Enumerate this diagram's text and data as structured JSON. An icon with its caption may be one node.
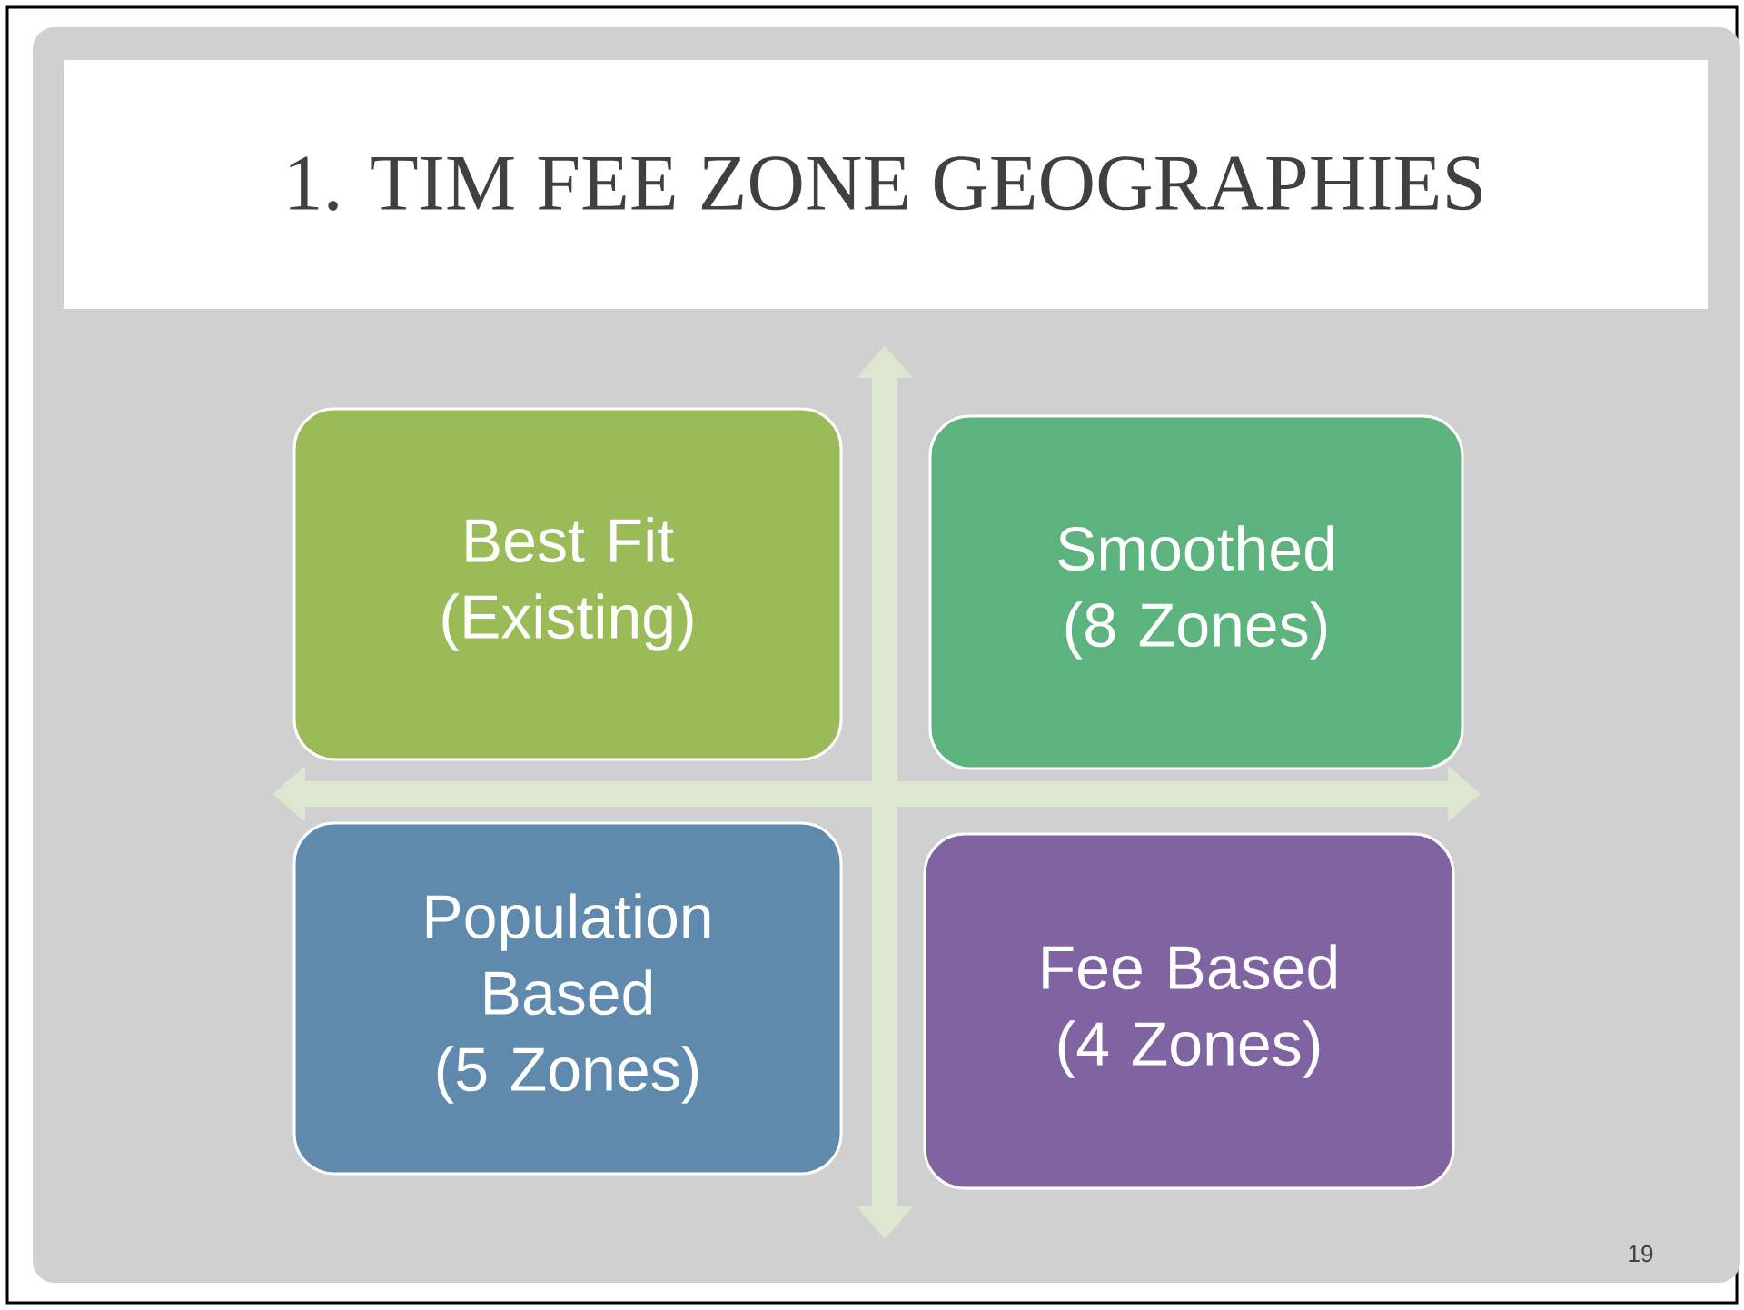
{
  "diagram": {
    "title": "1. TIM FEE ZONE GEOGRAPHIES",
    "nodes": [
      {
        "text": [
          "Best Fit",
          "(Existing)"
        ]
      },
      {
        "text": [
          "Smoothed",
          "(8 Zones)"
        ]
      },
      {
        "text": [
          "Population Based",
          "(5 Zones)"
        ]
      },
      {
        "text": [
          "Fee Based",
          "(4 Zones)"
        ]
      }
    ],
    "labels": [
      "19"
    ]
  }
}
